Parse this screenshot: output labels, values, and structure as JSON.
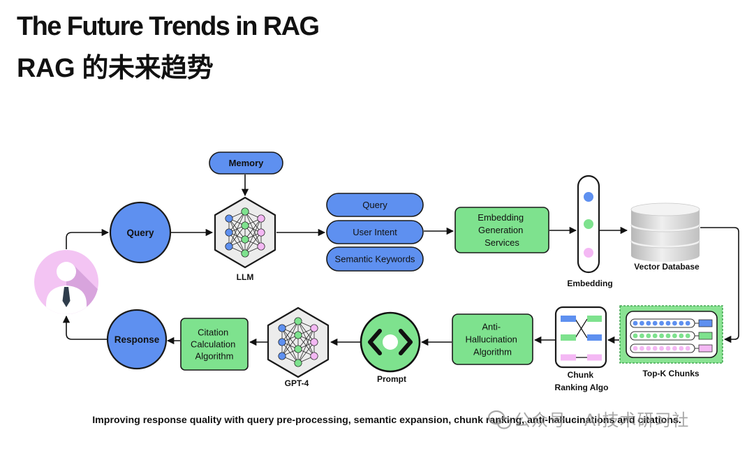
{
  "title": "The Future Trends in RAG",
  "subtitle": "RAG 的未来趋势",
  "diagram": {
    "memory": "Memory",
    "query": "Query",
    "llm": "LLM",
    "query_variants": [
      "Query",
      "User Intent",
      "Semantic Keywords"
    ],
    "embedding_service": [
      "Embedding",
      "Generation",
      "Services"
    ],
    "embedding": "Embedding",
    "vector_database": "Vector Database",
    "top_k_chunks": "Top-K Chunks",
    "chunk_ranking": [
      "Chunk",
      "Ranking Algo"
    ],
    "anti_hallucination": [
      "Anti-",
      "Hallucination",
      "Algorithm"
    ],
    "prompt": "Prompt",
    "gpt4": "GPT-4",
    "citation": [
      "Citation",
      "Calculation",
      "Algorithm"
    ],
    "response": "Response"
  },
  "caption": "Improving response quality with query pre-processing, semantic expansion, chunk ranking, anti-hallucinations and citations.",
  "watermark": "公众号 · AI技术研习社",
  "colors": {
    "blue": "#5e90f0",
    "green": "#7ee28e",
    "pink": "#f4b8f4",
    "node_gray": "#ececec",
    "outline": "#1a1a1a",
    "avatar": "#f3c4f3",
    "avatar_shadow": "#d8a4dd",
    "top_k_background": "#8ae393",
    "top_k_border": "#2e9a3e",
    "watermark": "#8c8c8c"
  },
  "icons": {
    "user": "user-avatar-icon",
    "llm": "neural-network-icon",
    "gpt4": "neural-network-icon",
    "vector_database": "database-icon",
    "prompt": "code-brackets-icon",
    "top_k_chunks": "chunk-list-icon",
    "chunk_ranking": "ranking-swap-icon",
    "watermark": "wechat-icon"
  }
}
